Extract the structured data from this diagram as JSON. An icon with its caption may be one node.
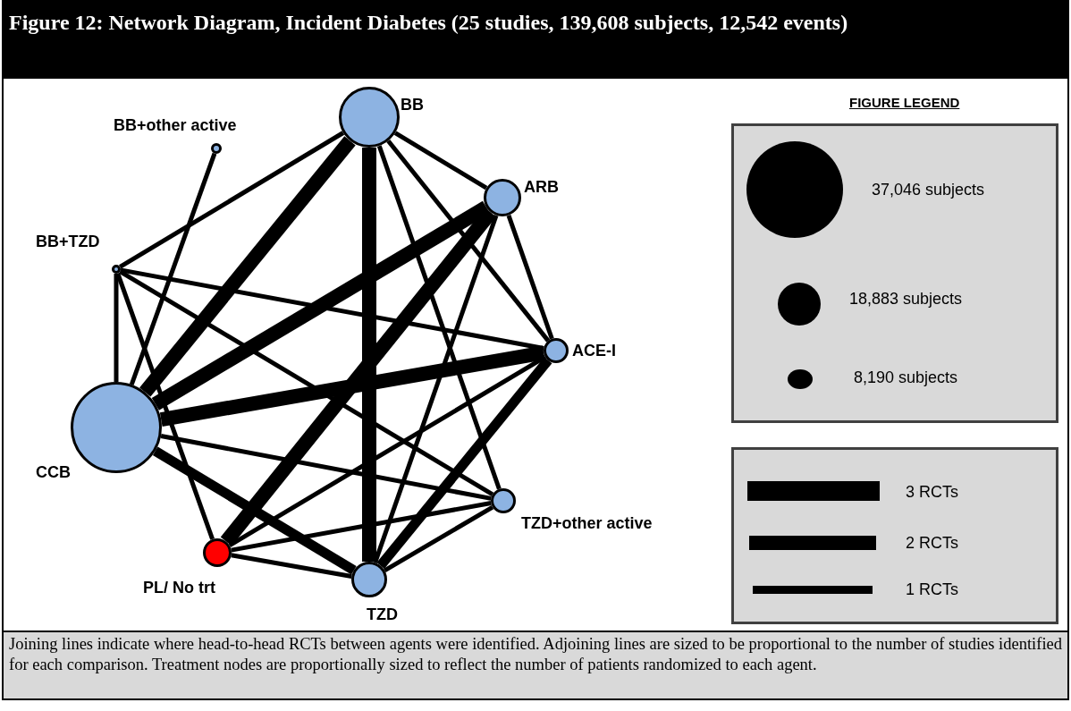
{
  "diagram": {
    "title": "Figure 12: Network Diagram, Incident Diabetes (25 studies, 139,608 subjects, 12,542 events)",
    "caption": "Joining lines indicate where head-to-head RCTs between agents were identified. Adjoining lines are sized to be proportional to the number of studies identified for each comparison. Treatment nodes are proportionally sized to reflect the number of patients randomized to each agent.",
    "nodes": [
      {
        "text": [
          "BB"
        ]
      },
      {
        "text": [
          "BB+other active"
        ]
      },
      {
        "text": [
          "ARB"
        ]
      },
      {
        "text": [
          "BB+TZD"
        ]
      },
      {
        "text": [
          "ACE-I"
        ]
      },
      {
        "text": [
          "CCB"
        ]
      },
      {
        "text": [
          "TZD+other active"
        ]
      },
      {
        "text": [
          "PL/ No trt"
        ]
      },
      {
        "text": [
          "TZD"
        ]
      }
    ],
    "edges": [
      {
        "from": 1,
        "to": 5,
        "arrow": "none"
      },
      {
        "from": 3,
        "to": 0,
        "arrow": "none"
      },
      {
        "from": 3,
        "to": 4,
        "arrow": "none"
      },
      {
        "from": 3,
        "to": 5,
        "arrow": "none"
      },
      {
        "from": 3,
        "to": 7,
        "arrow": "none"
      },
      {
        "from": 3,
        "to": 6,
        "arrow": "none"
      },
      {
        "from": 5,
        "to": 0,
        "arrow": "none",
        "style": "thick"
      },
      {
        "from": 5,
        "to": 2,
        "arrow": "none",
        "style": "thick"
      },
      {
        "from": 5,
        "to": 4,
        "arrow": "none",
        "style": "thick"
      },
      {
        "from": 5,
        "to": 6,
        "arrow": "none"
      },
      {
        "from": 5,
        "to": 8,
        "arrow": "none",
        "style": "thick"
      },
      {
        "from": 0,
        "to": 2,
        "arrow": "none"
      },
      {
        "from": 0,
        "to": 8,
        "arrow": "none",
        "style": "thick"
      },
      {
        "from": 0,
        "to": 4,
        "arrow": "none"
      },
      {
        "from": 0,
        "to": 6,
        "arrow": "none"
      },
      {
        "from": 2,
        "to": 7,
        "arrow": "none",
        "style": "thick"
      },
      {
        "from": 2,
        "to": 8,
        "arrow": "none"
      },
      {
        "from": 2,
        "to": 4,
        "arrow": "none"
      },
      {
        "from": 4,
        "to": 7,
        "arrow": "none"
      },
      {
        "from": 4,
        "to": 8,
        "arrow": "none",
        "style": "thick"
      },
      {
        "from": 6,
        "to": 7,
        "arrow": "none"
      },
      {
        "from": 6,
        "to": 8,
        "arrow": "none"
      },
      {
        "from": 7,
        "to": 8,
        "arrow": "none"
      }
    ],
    "labels": [
      "FIGURE LEGEND"
    ],
    "legend": [
      {
        "text": "37,046 subjects"
      },
      {
        "text": "18,883 subjects"
      },
      {
        "text": "8,190 subjects"
      },
      {
        "text": "3 RCTs"
      },
      {
        "text": "2 RCTs"
      },
      {
        "text": "1 RCTs"
      }
    ]
  }
}
